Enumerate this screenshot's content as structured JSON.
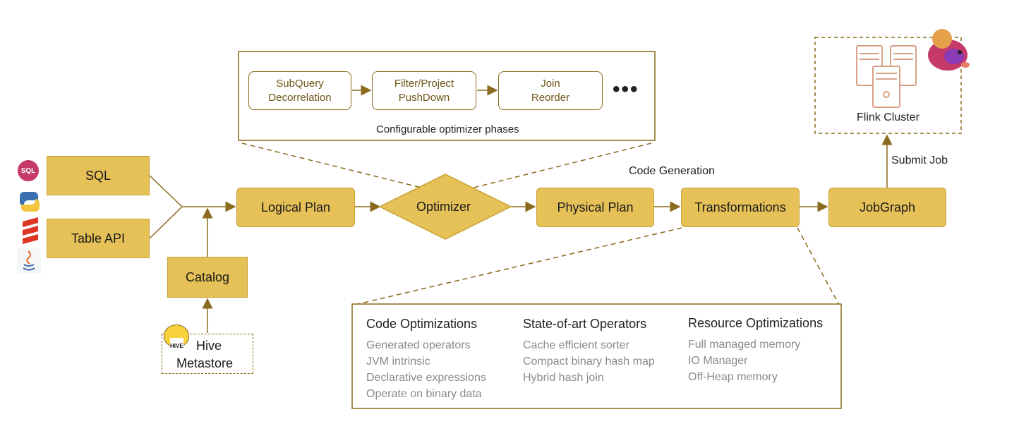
{
  "inputs": {
    "sql": "SQL",
    "table_api": "Table API"
  },
  "catalog": "Catalog",
  "hive": {
    "badge": "HIVE",
    "line1": "Hive",
    "line2": "Metastore"
  },
  "pipeline": {
    "logical_plan": "Logical Plan",
    "optimizer": "Optimizer",
    "physical_plan": "Physical Plan",
    "transformations": "Transformations",
    "jobgraph": "JobGraph",
    "code_generation": "Code Generation",
    "submit_job": "Submit Job"
  },
  "optimizer_phases": {
    "caption": "Configurable optimizer phases",
    "phases": [
      {
        "line1": "SubQuery",
        "line2": "Decorrelation"
      },
      {
        "line1": "Filter/Project",
        "line2": "PushDown"
      },
      {
        "line1": "Join",
        "line2": "Reorder"
      }
    ],
    "more": "•••"
  },
  "cluster": {
    "label": "Flink Cluster"
  },
  "language_icons": [
    "sql-icon",
    "python-icon",
    "scala-icon",
    "java-icon"
  ],
  "icon_text": {
    "sql": "SQL"
  },
  "optimizations": {
    "code": {
      "title": "Code Optimizations",
      "items": [
        "Generated operators",
        "JVM intrinsic",
        "Declarative expressions",
        "Operate on binary data"
      ]
    },
    "operators": {
      "title": "State-of-art Operators",
      "items": [
        "Cache efficient sorter",
        "Compact binary hash map",
        "Hybrid hash join"
      ]
    },
    "resource": {
      "title": "Resource Optimizations",
      "items": [
        "Full managed memory",
        "IO Manager",
        "Off-Heap memory"
      ]
    }
  },
  "colors": {
    "box_fill": "#e6c158",
    "box_border": "#c9a234",
    "line": "#8a6a1c",
    "server": "#d9a088"
  }
}
